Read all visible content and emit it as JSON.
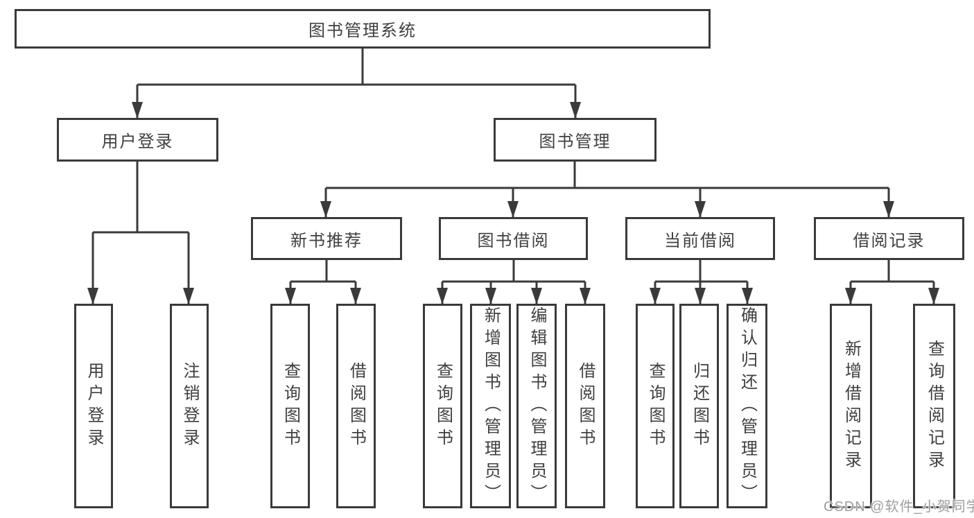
{
  "tree": {
    "label": "图书管理系统",
    "children": [
      {
        "label": "用户登录",
        "children": [
          {
            "label": "用户登录"
          },
          {
            "label": "注销登录"
          }
        ]
      },
      {
        "label": "图书管理",
        "children": [
          {
            "label": "新书推荐",
            "children": [
              {
                "label": "查询图书"
              },
              {
                "label": "借阅图书"
              }
            ]
          },
          {
            "label": "图书借阅",
            "children": [
              {
                "label": "查询图书"
              },
              {
                "label": "新增图书（管理员）"
              },
              {
                "label": "编辑图书（管理员）"
              },
              {
                "label": "借阅图书"
              }
            ]
          },
          {
            "label": "当前借阅",
            "children": [
              {
                "label": "查询图书"
              },
              {
                "label": "归还图书"
              },
              {
                "label": "确认归还（管理员）"
              }
            ]
          },
          {
            "label": "借阅记录",
            "children": [
              {
                "label": "新增借阅记录"
              },
              {
                "label": "查询借阅记录"
              }
            ]
          }
        ]
      }
    ]
  },
  "watermark": "CSDN @软件_小贺同学",
  "colors": {
    "stroke": "#3a3a3a",
    "text": "#3f3f3f",
    "watermark": "#9e9e9e",
    "background": "#ffffff"
  }
}
